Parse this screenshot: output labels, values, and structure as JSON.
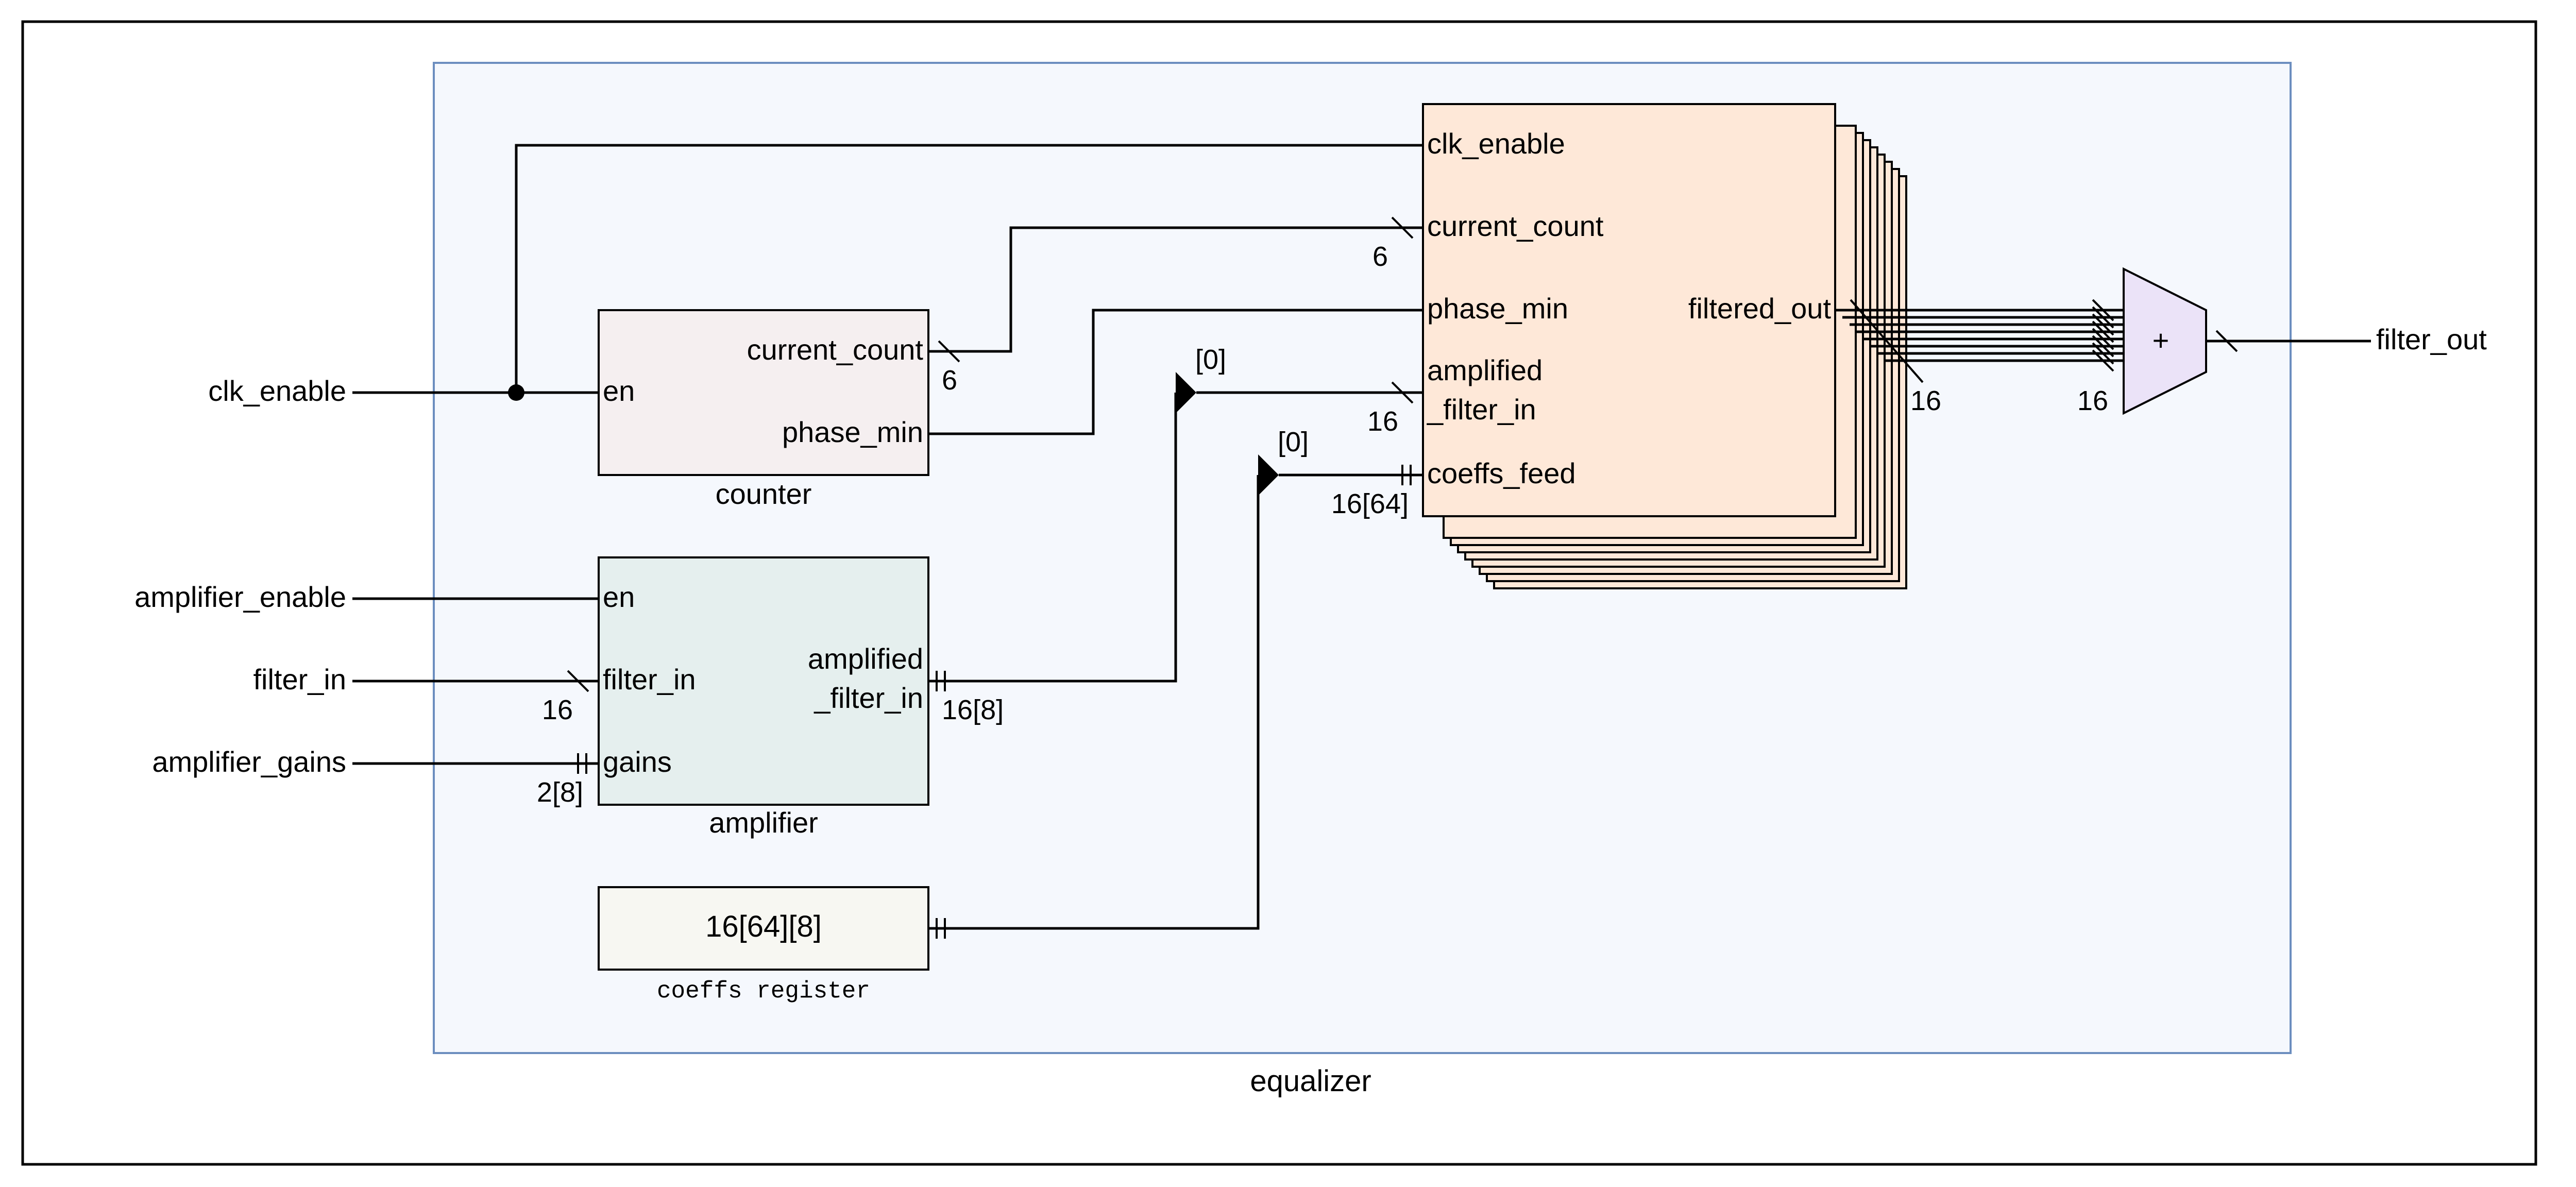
{
  "inputs": {
    "clk_enable": "clk_enable",
    "amplifier_enable": "amplifier_enable",
    "filter_in": "filter_in",
    "amplifier_gains": "amplifier_gains"
  },
  "output": {
    "filter_out": "filter_out"
  },
  "equalizer": {
    "label": "equalizer",
    "fill": "#f5f8fd",
    "stroke": "#6c8ebf"
  },
  "counter": {
    "label": "counter",
    "port_en": "en",
    "port_current_count": "current_count",
    "port_phase_min": "phase_min",
    "fill": "#f5eff0"
  },
  "amplifier": {
    "label": "amplifier",
    "port_en": "en",
    "port_filter_in": "filter_in",
    "port_gains": "gains",
    "port_out_1": "amplified",
    "port_out_2": "_filter_in",
    "fill": "#e5efee"
  },
  "coeffs_register": {
    "label": "coeffs register",
    "value": "16[64][8]",
    "fill": "#f7f7f2"
  },
  "filter": {
    "port_clk_enable": "clk_enable",
    "port_current_count": "current_count",
    "port_phase_min": "phase_min",
    "port_amp_1": "amplified",
    "port_amp_2": "_filter_in",
    "port_coeffs_feed": "coeffs_feed",
    "port_filtered_out": "filtered_out",
    "fill": "#fee8d8"
  },
  "adder": {
    "symbol": "+",
    "fill": "#ebe3f8"
  },
  "widths": {
    "counter_count": "6",
    "filter_count": "6",
    "filter_amp": "16",
    "filter_coeffs": "16[64]",
    "filtered_out": "16",
    "adder_in": "16",
    "filter_in": "16",
    "amp_out": "16[8]",
    "gains": "2[8]",
    "index_amp": "[0]",
    "index_coeffs": "[0]"
  }
}
